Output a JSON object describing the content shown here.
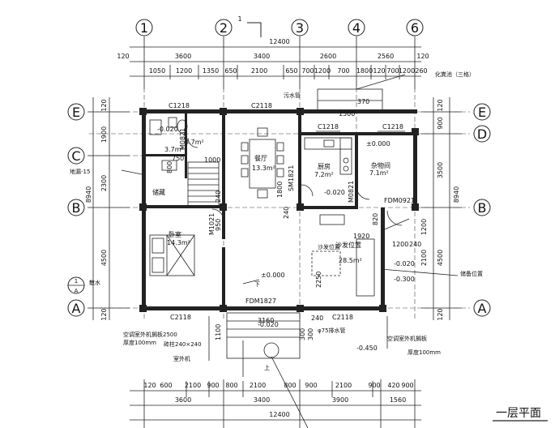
{
  "title": {
    "text": "一层平面"
  },
  "axes": {
    "col1": "1",
    "col2": "2",
    "col3": "3",
    "col4": "4",
    "col6": "6",
    "rowA": "A",
    "rowB": "B",
    "rowC": "C",
    "rowD": "D",
    "rowE": "E",
    "sub_num": "1",
    "sub_den": "A",
    "north_mark": "1"
  },
  "dims": {
    "top_total": "12400",
    "top_row1": [
      "120",
      "3600",
      "3400",
      "2600",
      "2560",
      "120"
    ],
    "top_row2": [
      "1050",
      "1200",
      "1350",
      "650",
      "2100",
      "650",
      "700",
      "1200",
      "700",
      "1800",
      "120",
      "700",
      "1200",
      "260"
    ],
    "bottom_row1": [
      "120",
      "600",
      "2100",
      "900",
      "800",
      "2100",
      "800",
      "900",
      "2100",
      "900",
      "420",
      "900"
    ],
    "bottom_row2": [
      "3600",
      "3400",
      "3900",
      "1560"
    ],
    "bottom_total": "12400",
    "left_inner": [
      "120",
      "1900",
      "2300",
      "4500",
      "120"
    ],
    "left_total": "8940",
    "right_inner": [
      "120",
      "900",
      "3500",
      "4500",
      "120"
    ],
    "right_total": "8940",
    "right_extra": [
      "1200",
      "2100"
    ]
  },
  "openings": {
    "c1218_left": "C1218",
    "c2118_top": "C2118",
    "c1218_kitchen": "C1218",
    "c1218_right": "C1218",
    "c2118_bottom_left": "C2118",
    "c2118_bottom_right": "C2118",
    "fdm1827": "FDM1827",
    "fdm0921": "FDM0921",
    "m0821": "M0821",
    "m1021": "M1021",
    "sm1821": "SM1821",
    "m0821_kitchen": "M0821"
  },
  "rooms": {
    "dining": {
      "name": "餐厅",
      "area": "13.3m²"
    },
    "kitchen": {
      "name": "厨房",
      "area": "7.2m²"
    },
    "storage": {
      "name": "杂物间",
      "area": "7.1m²"
    },
    "bedroom": {
      "name": "卧室",
      "area": "14.3m²"
    },
    "store": {
      "name": "储藏"
    },
    "bath1": {
      "area": "3.7m²"
    },
    "bath2": {
      "area": "3.7m²"
    },
    "living": {
      "area": "28.5m²",
      "note": "沙发位置"
    }
  },
  "levels": {
    "bath": "-0.020",
    "storage": "±0.000",
    "kitchen": "-0.020",
    "living": "±0.000",
    "porch1": "-0.020",
    "porch2": "-0.300",
    "entry1": "-0.020",
    "entry2": "-0.450"
  },
  "inner_dims": {
    "d1000": "1000",
    "d750": "750",
    "d800": "800",
    "d240a": "240",
    "d950": "950",
    "d1800": "1800",
    "d240b": "240",
    "d1920": "1920",
    "d2250": "2250",
    "d1200": "1200",
    "d240c": "240",
    "d820": "820",
    "d1500": "1500",
    "d370": "370",
    "d3160": "3160",
    "d240d": "240",
    "d1100": "1100",
    "d300a": "300",
    "d300b": "300"
  },
  "notes": {
    "septic": "化粪池（三格）",
    "sewer": "污水管",
    "floor_drain": "地漏-15",
    "section_left": "散水",
    "ac_position_right": "储备位置",
    "ac_rack_left": "空调室外机搁板2500",
    "thickness_left": "厚度100mm",
    "column": "砖柱240×240",
    "outdoor_unit": "室外机",
    "ac_rack_right": "空调室外机搁板",
    "thickness_right": "厚度100mm",
    "drain_well": "φ75排水管",
    "sofa_position": "沙发位置",
    "up": "上",
    "down": "下"
  }
}
